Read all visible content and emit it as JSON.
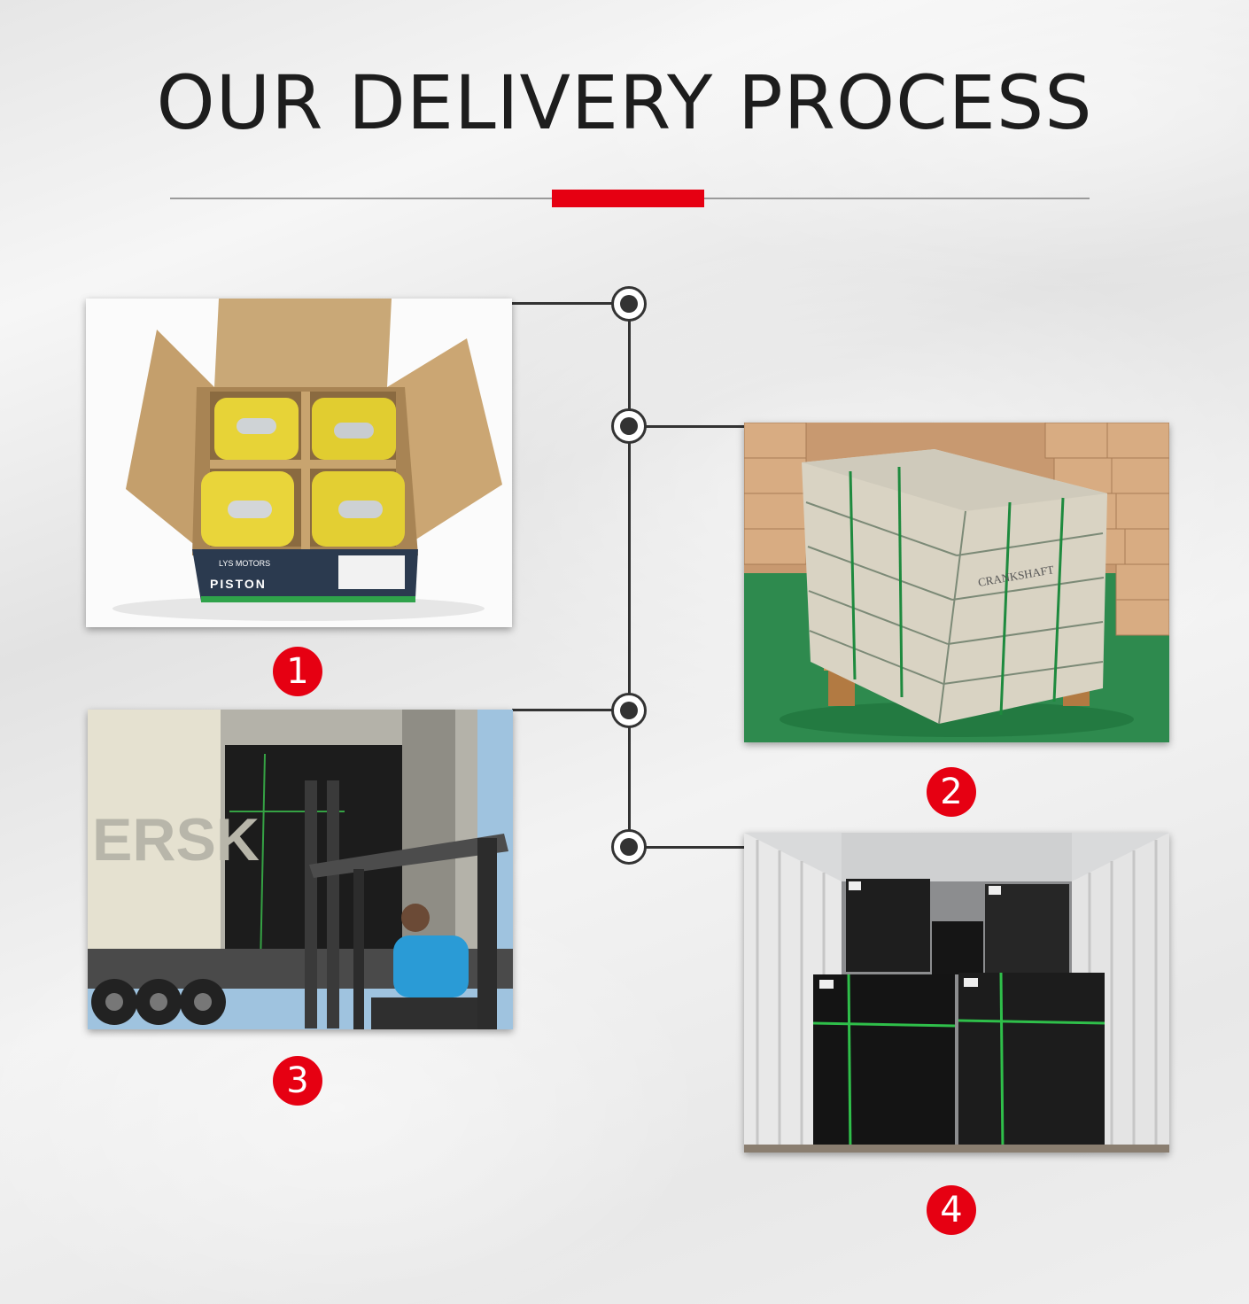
{
  "page": {
    "title": "OUR DELIVERY PROCESS",
    "accent_color": "#e60012",
    "line_color": "#333333"
  },
  "steps": [
    {
      "number": "1",
      "image_icon": "piston-box-photo",
      "box_brand": "LYS MOTORS",
      "box_label": "PISTON"
    },
    {
      "number": "2",
      "image_icon": "crankshaft-pallet-photo",
      "crate_label": "CRANKSHAFT"
    },
    {
      "number": "3",
      "image_icon": "forklift-loading-photo",
      "container_text": "ERSK"
    },
    {
      "number": "4",
      "image_icon": "container-cargo-photo"
    }
  ]
}
